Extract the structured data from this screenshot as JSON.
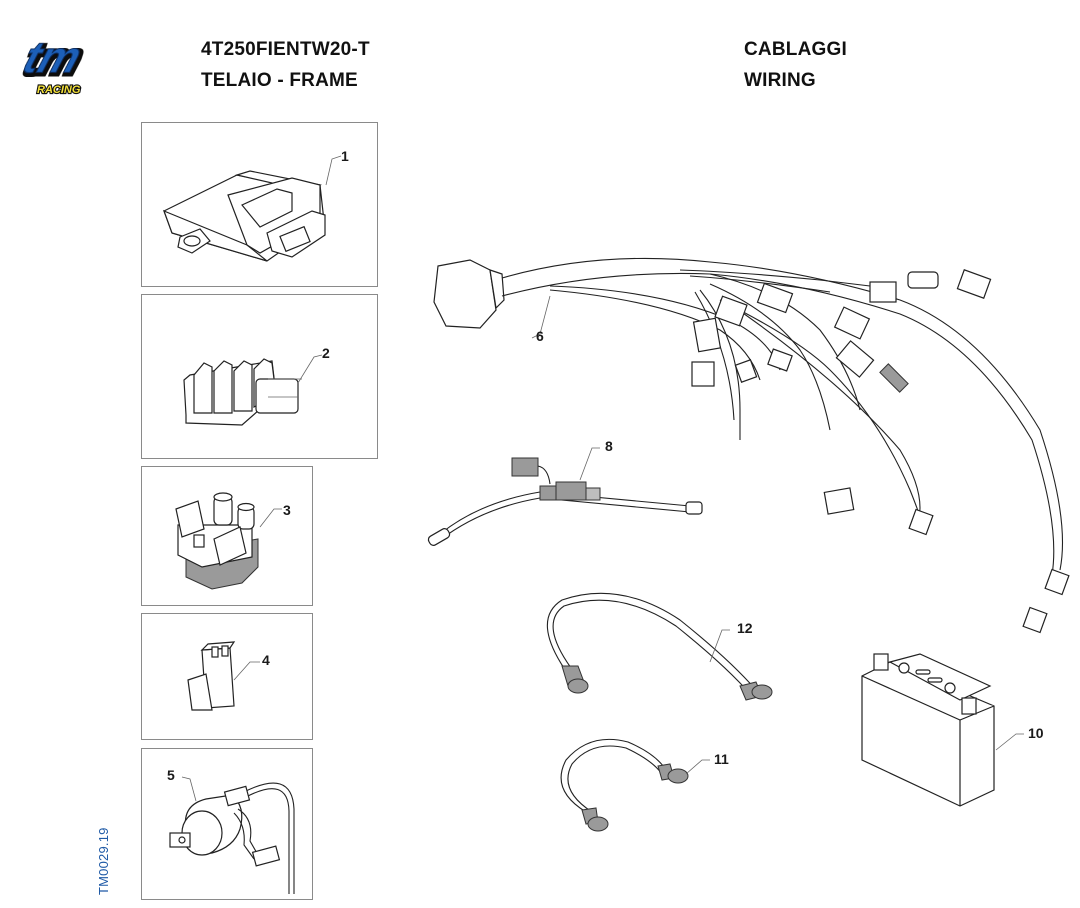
{
  "brand": {
    "logo_text": "tm",
    "logo_subtext": "RACING",
    "colors": {
      "logo_blue": "#1d5fb8",
      "logo_yellow": "#f5e23a",
      "outline": "#111111"
    }
  },
  "header": {
    "model_code": "4T250FIENTW20-T",
    "section": "TELAIO - FRAME",
    "group_it": "CABLAGGI",
    "group_en": "WIRING"
  },
  "document_id": "TM0029.19",
  "parts": [
    {
      "ref": "1",
      "name": "ecu-control-unit"
    },
    {
      "ref": "2",
      "name": "voltage-regulator"
    },
    {
      "ref": "3",
      "name": "starter-relay"
    },
    {
      "ref": "4",
      "name": "connector"
    },
    {
      "ref": "5",
      "name": "ignition-coil"
    },
    {
      "ref": "6",
      "name": "main-wiring-harness"
    },
    {
      "ref": "8",
      "name": "fuse-holder-cable"
    },
    {
      "ref": "10",
      "name": "battery"
    },
    {
      "ref": "11",
      "name": "battery-cable-short"
    },
    {
      "ref": "12",
      "name": "battery-cable-long"
    }
  ]
}
